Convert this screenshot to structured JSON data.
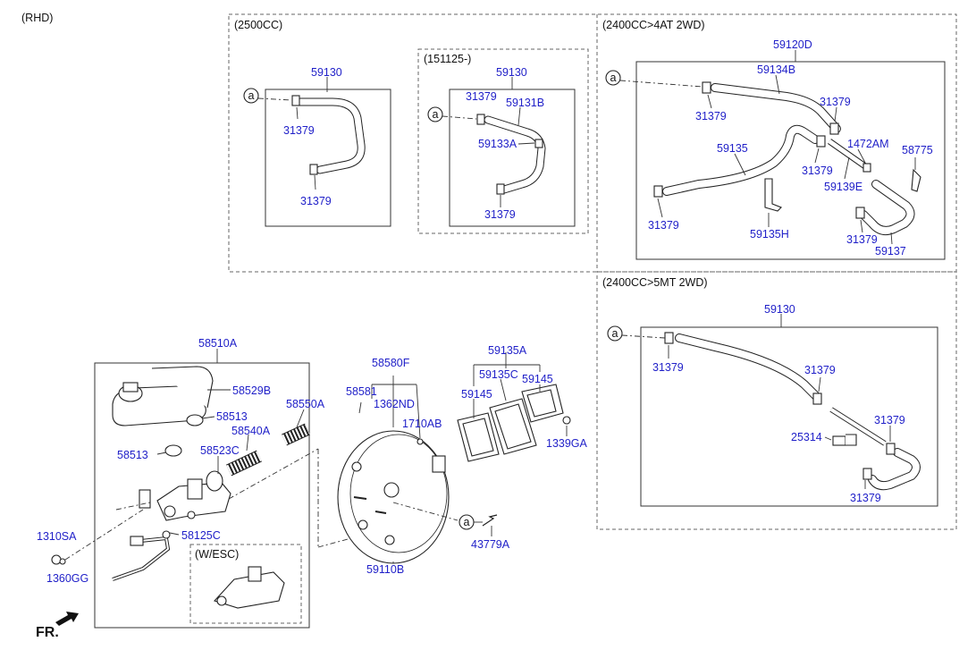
{
  "header": {
    "variant": "(RHD)",
    "front_label": "FR."
  },
  "sections": {
    "s2500": "(2500CC)",
    "s151125": "(151125-)",
    "at": "(2400CC>4AT 2WD)",
    "mt": "(2400CC>5MT 2WD)",
    "esc": "(W/ESC)"
  },
  "callout": "a",
  "labels": {
    "p59130_a": "59130",
    "p31379_a1": "31379",
    "p31379_a2": "31379",
    "p59130_b": "59130",
    "p59131B": "59131B",
    "p31379_b1": "31379",
    "p59133A": "59133A",
    "p31379_b2": "31379",
    "p59120D": "59120D",
    "p59134B": "59134B",
    "p31379_c1": "31379",
    "p31379_c2": "31379",
    "p59135": "59135",
    "p1472AM": "1472AM",
    "p58775": "58775",
    "p31379_c3": "31379",
    "p59139E": "59139E",
    "p31379_c4": "31379",
    "p59135H": "59135H",
    "p31379_c5": "31379",
    "p59137": "59137",
    "p59130_d": "59130",
    "p31379_d1": "31379",
    "p31379_d2": "31379",
    "p31379_d3": "31379",
    "p25314": "25314",
    "p31379_d4": "31379",
    "p58510A": "58510A",
    "p58529B": "58529B",
    "p58513_a": "58513",
    "p58550A": "58550A",
    "p58540A": "58540A",
    "p58513_b": "58513",
    "p58523C": "58523C",
    "p58125C": "58125C",
    "p1310SA": "1310SA",
    "p1360GG": "1360GG",
    "p58580F": "58580F",
    "p58581": "58581",
    "p1362ND": "1362ND",
    "p1710AB": "1710AB",
    "p59135A": "59135A",
    "p59135C": "59135C",
    "p59145_a": "59145",
    "p59145_b": "59145",
    "p1339GA": "1339GA",
    "p43779A": "43779A",
    "p59110B": "59110B"
  },
  "colors": {
    "part_number": "#1f1fc8",
    "text": "#111111",
    "line": "#333333"
  }
}
